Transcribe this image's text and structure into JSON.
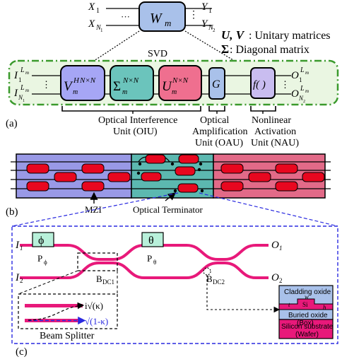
{
  "colors": {
    "waveguide": "#e8197a",
    "mzi_fill": "#e8071f",
    "section_blue": "#9999e6",
    "section_teal": "#5cb8b0",
    "section_pink": "#e26a88",
    "block_lavender": "#a6a6f5",
    "block_teal": "#6bc4bc",
    "block_pink": "#ef6f8f",
    "block_blue": "#a9c1ea",
    "block_light": "#c9bdf0",
    "dashed_box": "#3a3ad6",
    "green_dash": "#3a9a2c",
    "green_fill": "#eaf6e2",
    "phase_box": "#b8f0da",
    "arrow_blue": "#2a2ae0"
  },
  "top": {
    "inputs": [
      "X",
      "X"
    ],
    "input_subs": [
      "1",
      "N"
    ],
    "input_sub2": "1",
    "outputs": [
      "Y",
      "Y"
    ],
    "output_subs": [
      "1",
      "N"
    ],
    "output_sub2": "2",
    "dots": "···",
    "vdots": "⋮",
    "w_main": "W",
    "w_sub": "m",
    "svd_label": "SVD",
    "legend_uv_bold": "U, V",
    "legend_uv_text": ": Unitary matrices",
    "legend_sigma_bold": "Σ",
    "legend_sigma_text": ": Diagonal matrix"
  },
  "pipeline": {
    "in_label": "I",
    "in_subs": [
      "1",
      "N"
    ],
    "in_sub2": "1",
    "in_sup": "L",
    "in_sup_sub": "m",
    "out_label": "O",
    "out_subs": [
      "1",
      "N"
    ],
    "out_sub2": "2",
    "v_main": "V",
    "v_sub": "m",
    "v_sup": "H",
    "v_sup2": "N×N",
    "s_main": "Σ",
    "s_sub": "m",
    "s_sup": "N×N",
    "u_main": "U",
    "u_sub": "m",
    "u_sup": "N×N",
    "g_label": "G",
    "f_label": "f( )",
    "part_label": "(a)",
    "oiu_label": "Optical Interference",
    "oiu_label2": "Unit (OIU)",
    "oau_label": "Optical",
    "oau_label2": "Amplification",
    "oau_label3": "Unit (OAU)",
    "nau_label": "Nonlinear",
    "nau_label2": "Activation",
    "nau_label3": "Unit (NAU)"
  },
  "mesh": {
    "part_label": "(b)",
    "mzi_label": "MZI",
    "terminator_label": "Optical Terminator"
  },
  "detail": {
    "part_label": "(c)",
    "in1": "I",
    "in1_sub": "1",
    "in2": "I",
    "in2_sub": "2",
    "out1": "O",
    "out1_sub": "1",
    "out2": "O",
    "out2_sub": "2",
    "phi_symbol": "ϕ",
    "phi_label": "P",
    "phi_label_sub": "ϕ",
    "theta_symbol": "θ",
    "theta_label": "P",
    "theta_label_sub": "θ",
    "bdc1": "B",
    "bdc1_sub": "DC1",
    "bdc2": "B",
    "bdc2_sub": "DC2",
    "bs_out1": "i√(κ)",
    "bs_out2": "√(1-κ)",
    "bs_label": "Beam Splitter",
    "cladding": "Cladding oxide",
    "width_label": "w",
    "si_label": "Si",
    "t_label": "t",
    "h_label": "h",
    "buried": "Buried oxide",
    "buried2": "(Box)",
    "substrate": "Silicon substrate",
    "substrate2": "(Wafer)"
  }
}
